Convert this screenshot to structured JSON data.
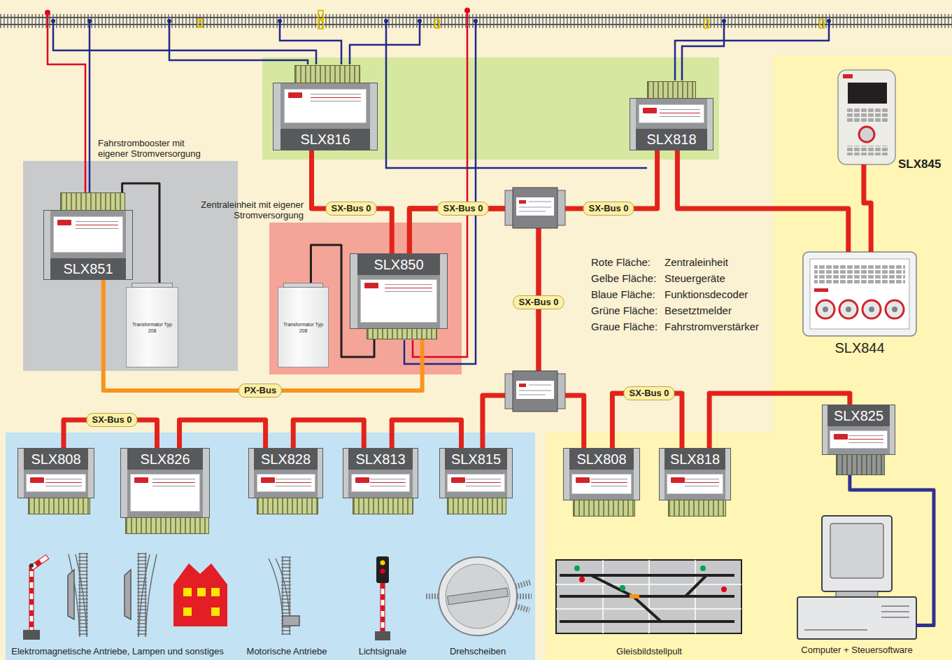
{
  "diagram": {
    "nodes": [
      {
        "text": [
          "Fahrstrombooster mit eigener Stromversorgung"
        ]
      },
      {
        "text": [
          "SLX851"
        ],
        "in": 0
      },
      {
        "text": [
          "Transformator Typ 208"
        ],
        "in": 0
      },
      {
        "text": [
          "SLX816"
        ]
      },
      {
        "text": [
          "SLX818"
        ]
      },
      {
        "text": [
          "Zentraleinheit mit eigener Stromversorgung"
        ]
      },
      {
        "text": [
          "SLX850"
        ],
        "in": 5
      },
      {
        "text": [
          "Transformator Typ 208"
        ],
        "in": 5
      },
      {
        "text": [
          "SLX845"
        ]
      },
      {
        "text": [
          "SLX844"
        ]
      },
      {
        "text": [
          "SLX808"
        ]
      },
      {
        "text": [
          "SLX826"
        ]
      },
      {
        "text": [
          "SLX828"
        ]
      },
      {
        "text": [
          "SLX813"
        ]
      },
      {
        "text": [
          "SLX815"
        ]
      },
      {
        "text": [
          "SLX808"
        ]
      },
      {
        "text": [
          "SLX818"
        ]
      },
      {
        "text": [
          "SLX825"
        ]
      },
      {
        "text": [
          "Computer + Steuersoftware"
        ]
      }
    ],
    "edges": [
      {
        "from": 3,
        "to": 6,
        "arrow": "none",
        "label": "SX-Bus 0"
      },
      {
        "from": 6,
        "to": 4,
        "arrow": "none",
        "label": "SX-Bus 0"
      },
      {
        "from": 6,
        "to": 14,
        "arrow": "none"
      },
      {
        "from": 6,
        "to": 15,
        "arrow": "none"
      },
      {
        "from": 14,
        "to": 13,
        "arrow": "none"
      },
      {
        "from": 13,
        "to": 12,
        "arrow": "none"
      },
      {
        "from": 12,
        "to": 11,
        "arrow": "none"
      },
      {
        "from": 11,
        "to": 10,
        "arrow": "none",
        "label": "SX-Bus 0"
      },
      {
        "from": 15,
        "to": 16,
        "arrow": "none",
        "label": "SX-Bus 0"
      },
      {
        "from": 16,
        "to": 17,
        "arrow": "none"
      },
      {
        "from": 4,
        "to": 9,
        "arrow": "none"
      },
      {
        "from": 9,
        "to": 8,
        "arrow": "none"
      },
      {
        "from": 6,
        "to": 1,
        "arrow": "none",
        "label": "PX-Bus"
      },
      {
        "from": 17,
        "to": 18,
        "arrow": "none"
      },
      {
        "from": 7,
        "to": 6,
        "arrow": "none"
      },
      {
        "from": 2,
        "to": 1,
        "arrow": "none"
      }
    ],
    "labels": [
      "SX-Bus 0",
      "SX-Bus 0",
      "Rote Fläche:",
      "Zentraleinheit",
      "Gelbe Fläche:",
      "Steuergeräte",
      "Blaue Fläche:",
      "Funktionsdecoder",
      "Grüne Fläche:",
      "Besetztmelder",
      "Graue Fläche:",
      "Fahrstromverstärker",
      "Elektromagnetische Antriebe, Lampen und sonstiges",
      "Motorische Antriebe",
      "Lichtsignale",
      "Drehscheiben",
      "Gleisbildstellpult"
    ]
  }
}
